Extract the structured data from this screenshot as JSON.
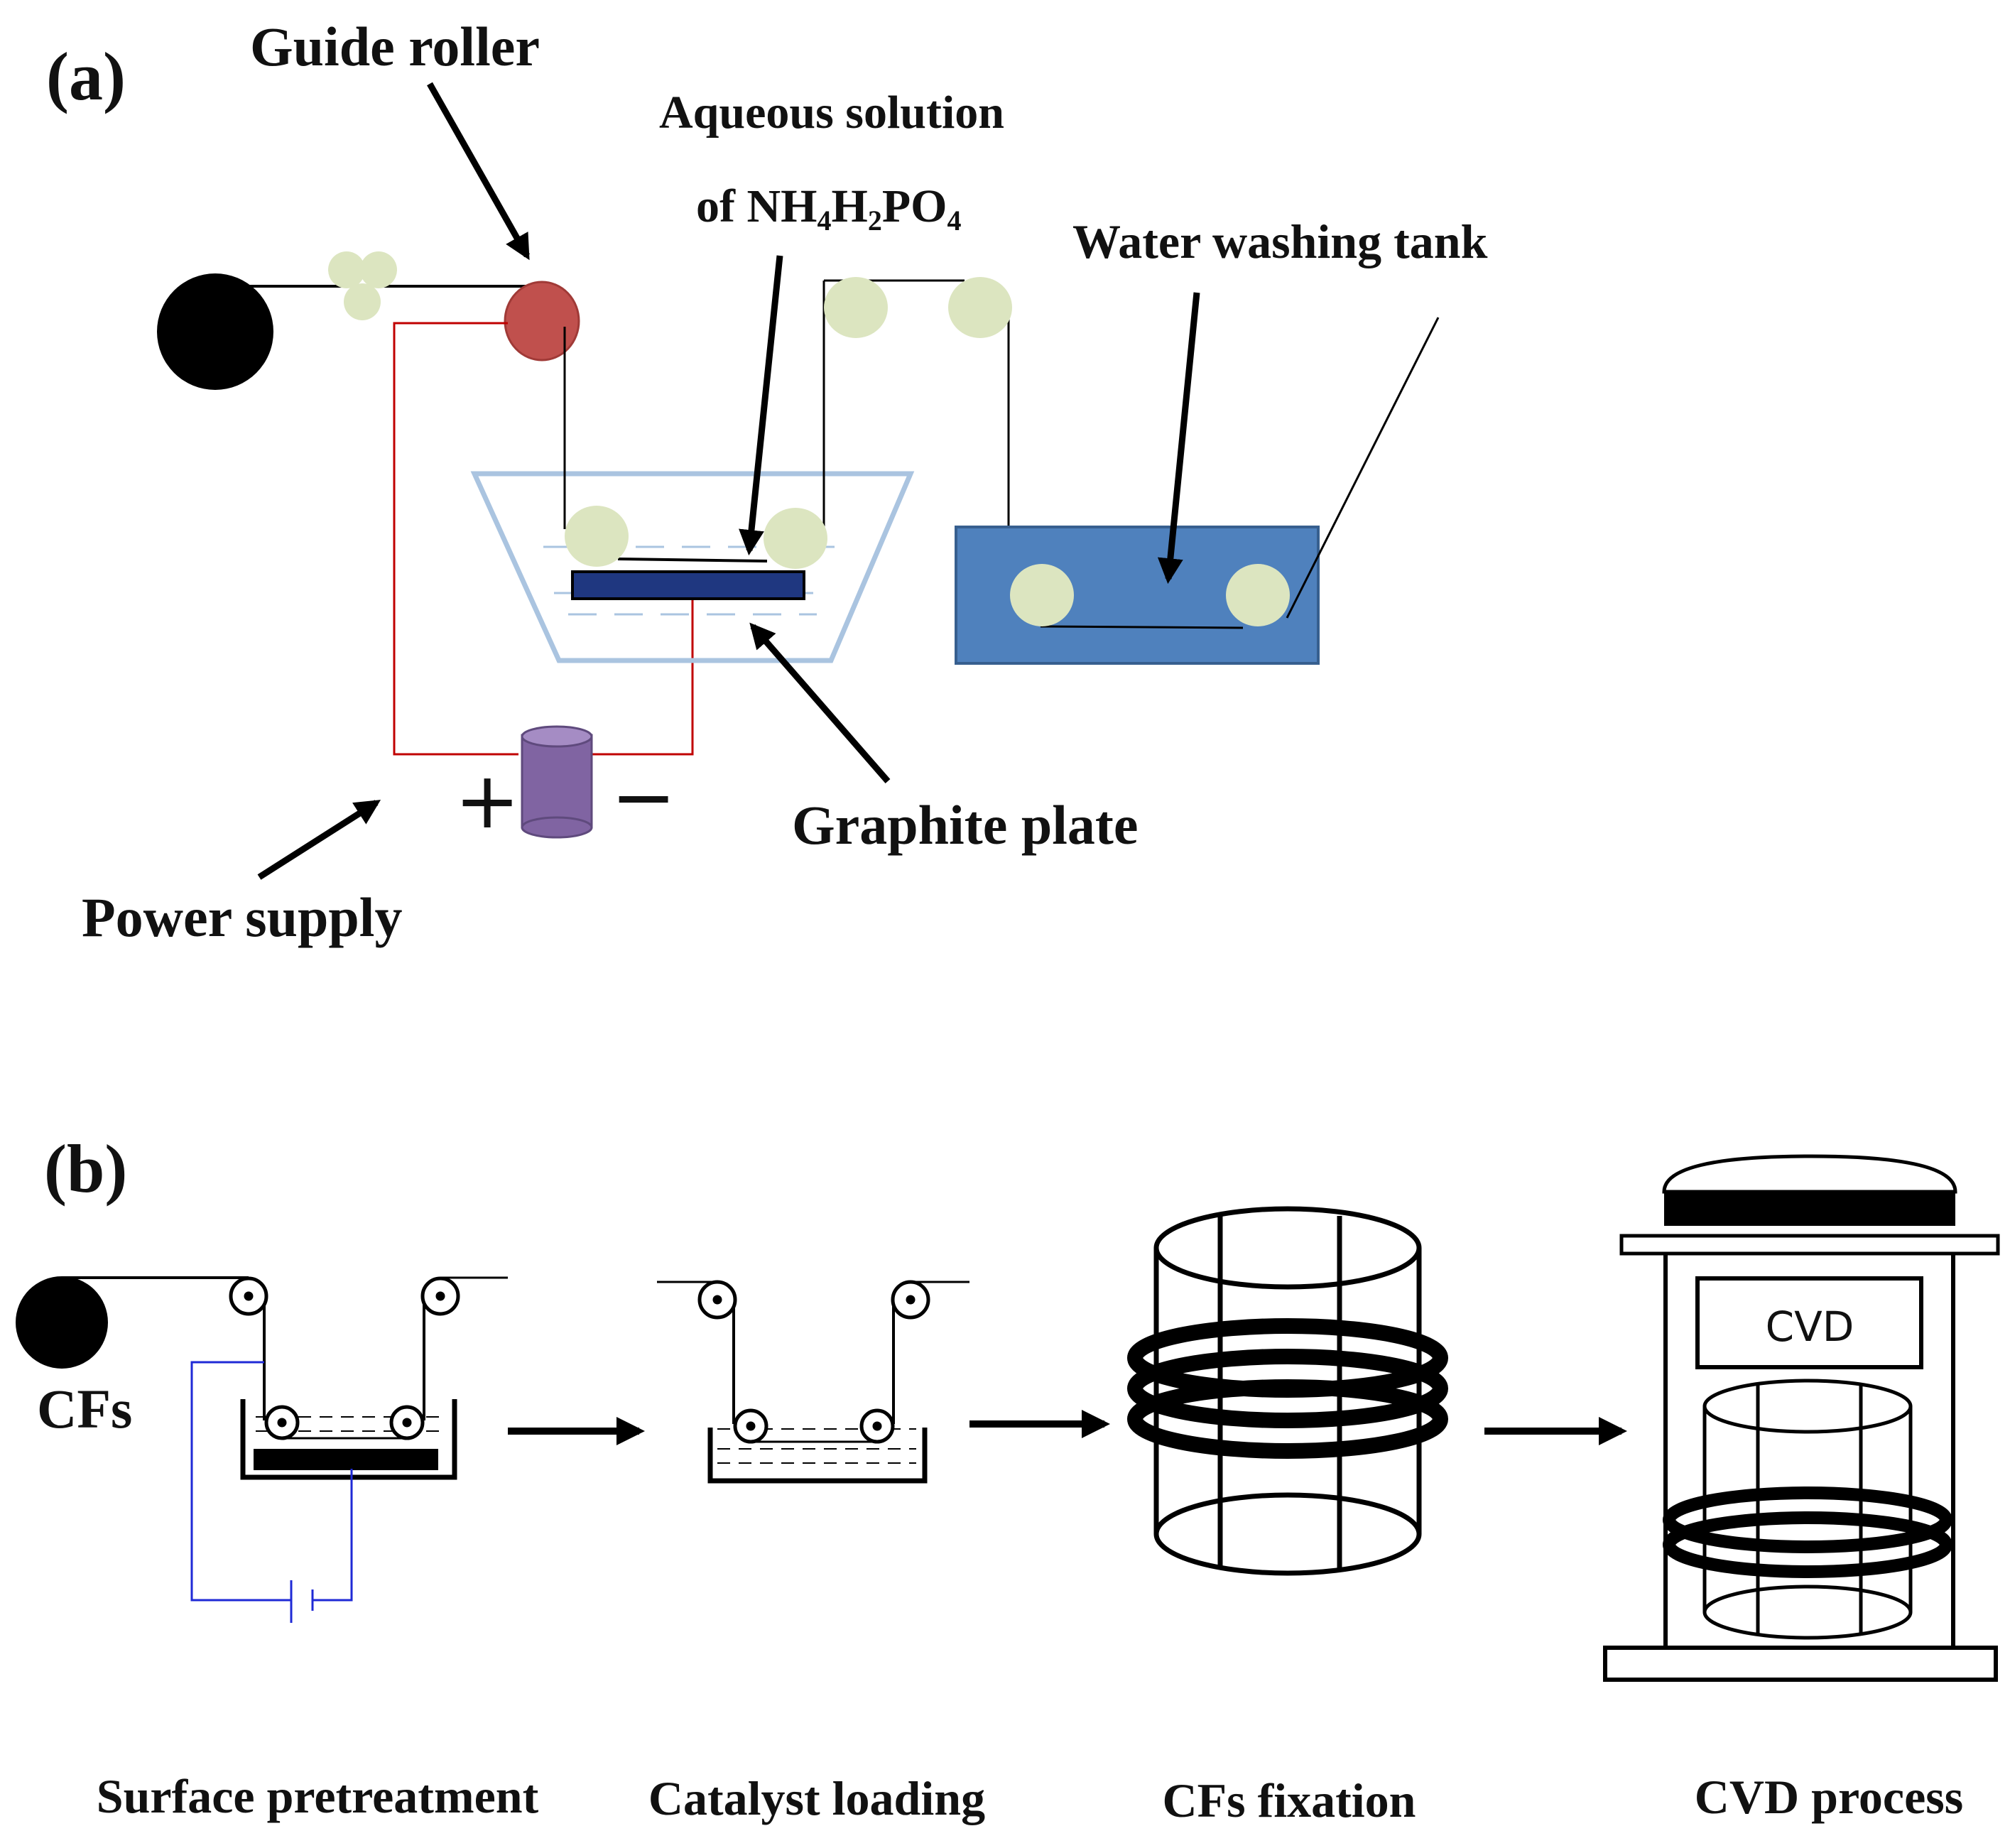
{
  "panel_a": {
    "label": "(a)",
    "guide_roller": "Guide roller",
    "aqueous_line1": "Aqueous solution",
    "aqueous_of": "of NH",
    "sub4a": "4",
    "h": "H",
    "sub2": "2",
    "po": "PO",
    "sub4b": "4",
    "water_washing_tank": "Water washing tank",
    "graphite_plate": "Graphite plate",
    "power_supply": "Power supply",
    "plus": "+",
    "minus": "−"
  },
  "panel_b": {
    "label": "(b)",
    "cfs": "CFs",
    "cvd": "CVD",
    "steps": [
      "Surface pretreatment",
      "Catalyst loading",
      "CFs fixation",
      "CVD process"
    ]
  },
  "colors": {
    "roller": "#dce5c0",
    "guide_roller": "#c0504d",
    "tank_outline": "#aac4e0",
    "water_tank": "#4f81bd",
    "graphite_plate": "#1f3780",
    "power_supply": "#8064a2",
    "wire_a": "#c00000",
    "wire_b": "#1f2ad6"
  }
}
